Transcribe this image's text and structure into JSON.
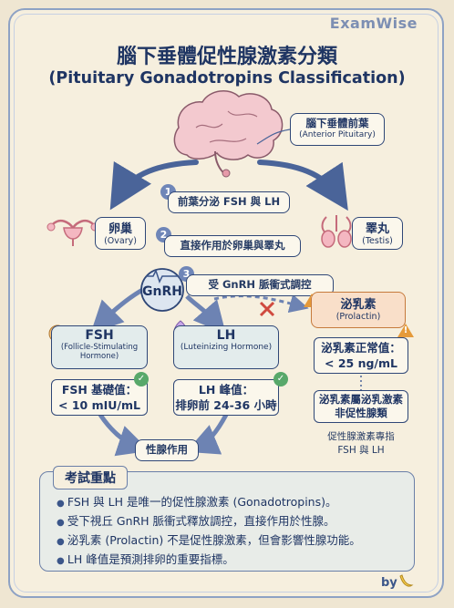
{
  "brand": "ExamWise",
  "title_zh": "腦下垂體促性腺激素分類",
  "title_en": "(Pituitary Gonadotropins Classification)",
  "pituitary": {
    "zh": "腦下垂體前葉",
    "en": "(Anterior Pituitary)"
  },
  "steps": [
    {
      "num": "1",
      "text": "前葉分泌 FSH 與 LH"
    },
    {
      "num": "2",
      "text": "直接作用於卵巢與睪丸"
    },
    {
      "num": "3",
      "text": "受 GnRH 脈衝式調控"
    }
  ],
  "ovary": {
    "zh": "卵巢",
    "en": "(Ovary)"
  },
  "testis": {
    "zh": "睪丸",
    "en": "(Testis)"
  },
  "gnrh": "GnRH",
  "fsh": {
    "name": "FSH",
    "en": "(Follicle-Stimulating Hormone)",
    "value_label": "FSH 基礎值：",
    "value": "< 10 mIU/mL"
  },
  "lh": {
    "name": "LH",
    "en": "(Luteinizing Hormone)",
    "value_label": "LH 峰值：",
    "value": "排卵前 24-36 小時"
  },
  "prolactin": {
    "zh": "泌乳素",
    "en": "(Prolactin)",
    "normal_label": "泌乳素正常值：",
    "normal_value": "< 25 ng/mL",
    "not_gonado_1": "泌乳素屬泌乳激素",
    "not_gonado_2": "非促性腺類",
    "note_1": "促性腺激素專指",
    "note_2": "FSH 與 LH"
  },
  "gonad_action": "性腺作用",
  "summary": {
    "title": "考試重點",
    "bullets": [
      "FSH 與 LH 是唯一的促性腺激素 (Gonadotropins)。",
      "受下視丘 GnRH 脈衝式釋放調控，直接作用於性腺。",
      "泌乳素 (Prolactin) 不是促性腺激素，但會影響性腺功能。",
      "LH 峰值是預測排卵的重要指標。"
    ]
  },
  "signature": "by"
}
